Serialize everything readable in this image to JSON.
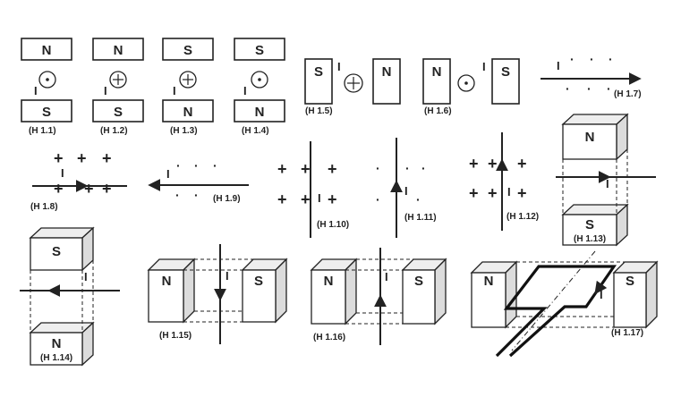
{
  "letters": {
    "north": "N",
    "south": "S",
    "current": "I",
    "plus": "+",
    "dot": "·"
  },
  "captions": {
    "h1_1": "(H 1.1)",
    "h1_2": "(H 1.2)",
    "h1_3": "(H 1.3)",
    "h1_4": "(H 1.4)",
    "h1_5": "(H 1.5)",
    "h1_6": "(H 1.6)",
    "h1_7": "(H 1.7)",
    "h1_8": "(H 1.8)",
    "h1_9": "(H 1.9)",
    "h1_10": "(H 1.10)",
    "h1_11": "(H 1.11)",
    "h1_12": "(H 1.12)",
    "h1_13": "(H 1.13)",
    "h1_14": "(H 1.14)",
    "h1_15": "(H 1.15)",
    "h1_16": "(H 1.16)",
    "h1_17": "(H 1.17)"
  },
  "colors": {
    "ink": "#222222",
    "box_face": "#ffffff",
    "box_side": "#dcdcdc",
    "box_top": "#eeeeee"
  }
}
